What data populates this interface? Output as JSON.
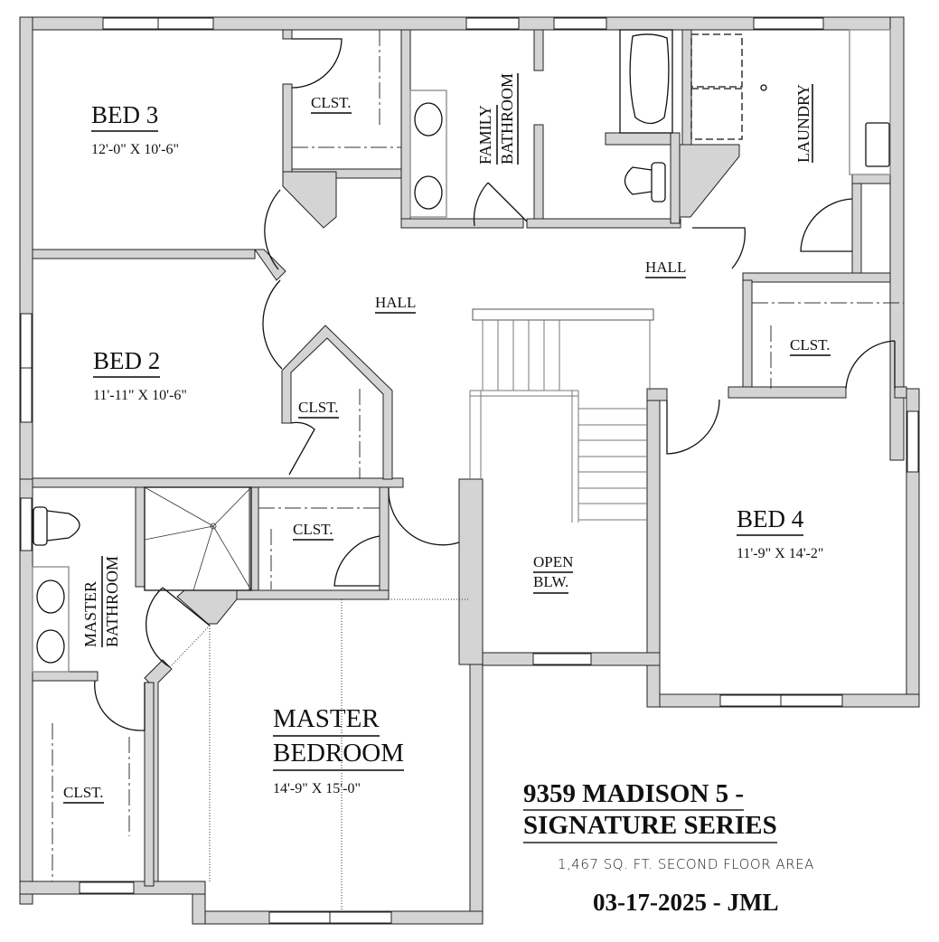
{
  "plan": {
    "title_line1": "9359 MADISON 5 -",
    "title_line2": "SIGNATURE SERIES",
    "area": "1,467 SQ. FT. SECOND FLOOR AREA",
    "date_initials": "03-17-2025 - JML",
    "colors": {
      "wall_fill": "#d4d4d4",
      "wall_stroke": "#222222",
      "text": "#111111"
    }
  },
  "rooms": {
    "bed3": {
      "name": "BED 3",
      "dim": "12'-0\" X 10'-6\""
    },
    "bed2": {
      "name": "BED 2",
      "dim": "11'-11\" X 10'-6\""
    },
    "bed4": {
      "name": "BED 4",
      "dim": "11'-9\" X 14'-2\""
    },
    "master": {
      "name1": "MASTER",
      "name2": "BEDROOM",
      "dim": "14'-9\" X 15'-0\""
    },
    "family_bath": {
      "line1": "FAMILY",
      "line2": "BATHROOM"
    },
    "master_bath": {
      "line1": "MASTER",
      "line2": "BATHROOM"
    },
    "laundry": {
      "name": "LAUNDRY"
    },
    "hall_west": {
      "name": "HALL"
    },
    "hall_east": {
      "name": "HALL"
    },
    "open_below": {
      "line1": "OPEN",
      "line2": "BLW."
    },
    "closets": [
      {
        "id": "bed3-closet",
        "name": "CLST."
      },
      {
        "id": "bed2-closet",
        "name": "CLST."
      },
      {
        "id": "hall-closet",
        "name": "CLST."
      },
      {
        "id": "bed4-closet",
        "name": "CLST."
      },
      {
        "id": "master-closet",
        "name": "CLST."
      }
    ]
  }
}
